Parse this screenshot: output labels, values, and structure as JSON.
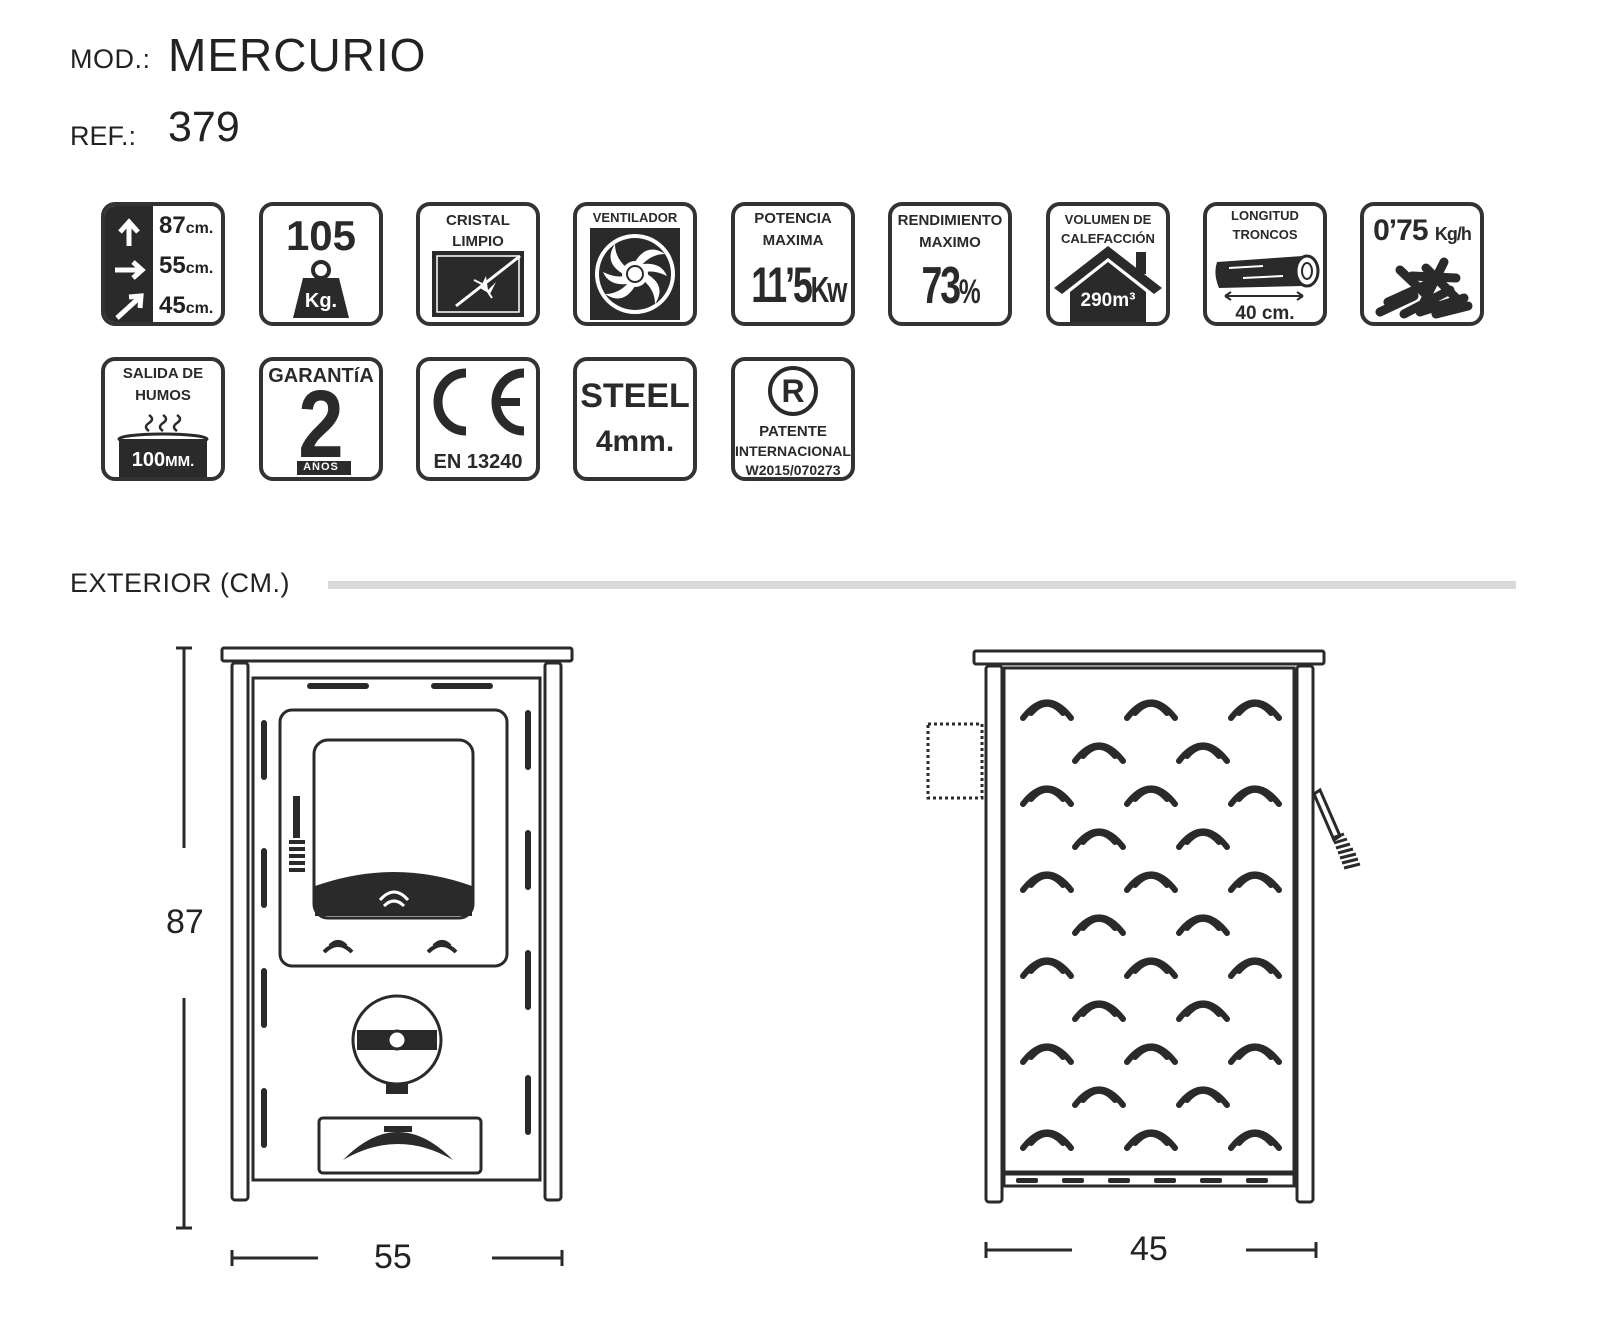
{
  "header": {
    "model_label": "MOD.:",
    "model_value": "MERCURIO",
    "ref_label": "REF.:",
    "ref_value": "379"
  },
  "badges": {
    "dimensions": {
      "height": "87",
      "width": "55",
      "depth": "45",
      "unit": "cm."
    },
    "weight": {
      "value": "105",
      "unit": "Kg."
    },
    "glass": {
      "line1": "CRISTAL",
      "line2": "LIMPIO"
    },
    "fan": {
      "label": "VENTILADOR"
    },
    "power": {
      "line1": "POTENCIA",
      "line2": "MAXIMA",
      "value_int": "11",
      "value_dec": "’5",
      "unit": "Kw"
    },
    "efficiency": {
      "line1": "RENDIMIENTO",
      "line2": "MAXIMO",
      "value": "73",
      "unit": "%"
    },
    "heating_volume": {
      "line1": "VOLUMEN DE",
      "line2": "CALEFACCIÓN",
      "value": "290m³"
    },
    "log_length": {
      "line1": "LONGITUD",
      "line2": "TRONCOS",
      "value": "40 cm."
    },
    "consumption": {
      "value": "0’75",
      "unit": "Kg/h"
    },
    "flue": {
      "line1": "SALIDA DE",
      "line2": "HUMOS",
      "value": "100",
      "unit": "MM."
    },
    "warranty": {
      "title": "GARANTíA",
      "number": "2",
      "unit": "AÑOS"
    },
    "ce": {
      "mark": "CE",
      "norm": "EN 13240"
    },
    "steel": {
      "line1": "STEEL",
      "line2": "4mm."
    },
    "patent": {
      "symbol": "R",
      "line1": "PATENTE",
      "line2": "INTERNACIONAL",
      "line3": "W2015/070273"
    }
  },
  "exterior": {
    "title": "EXTERIOR (CM.)",
    "front_height": "87",
    "front_width": "55",
    "side_depth": "45"
  }
}
